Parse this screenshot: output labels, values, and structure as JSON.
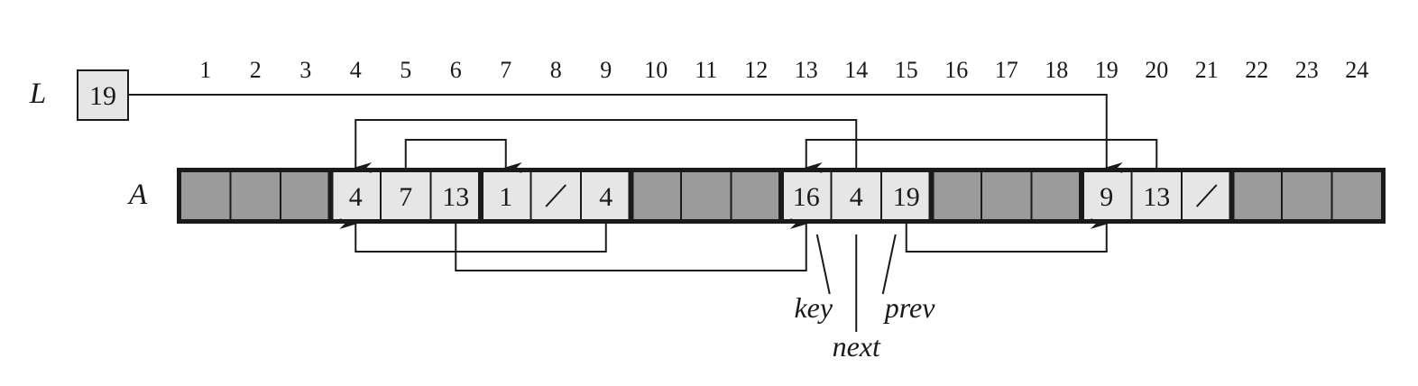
{
  "colors": {
    "free_cell": "#9b9b9b",
    "used_cell": "#e6e6e6",
    "frame": "#1a1a1a",
    "line": "#1a1a1a"
  },
  "list_label": "L",
  "list_head_value": "19",
  "array_label": "A",
  "indices": [
    "1",
    "2",
    "3",
    "4",
    "5",
    "6",
    "7",
    "8",
    "9",
    "10",
    "11",
    "12",
    "13",
    "14",
    "15",
    "16",
    "17",
    "18",
    "19",
    "20",
    "21",
    "22",
    "23",
    "24"
  ],
  "cells": [
    {
      "value": "",
      "used": false
    },
    {
      "value": "",
      "used": false
    },
    {
      "value": "",
      "used": false
    },
    {
      "value": "4",
      "used": true
    },
    {
      "value": "7",
      "used": true
    },
    {
      "value": "13",
      "used": true
    },
    {
      "value": "1",
      "used": true
    },
    {
      "value": "/",
      "used": true
    },
    {
      "value": "4",
      "used": true
    },
    {
      "value": "",
      "used": false
    },
    {
      "value": "",
      "used": false
    },
    {
      "value": "",
      "used": false
    },
    {
      "value": "16",
      "used": true
    },
    {
      "value": "4",
      "used": true
    },
    {
      "value": "19",
      "used": true
    },
    {
      "value": "",
      "used": false
    },
    {
      "value": "",
      "used": false
    },
    {
      "value": "",
      "used": false
    },
    {
      "value": "9",
      "used": true
    },
    {
      "value": "13",
      "used": true
    },
    {
      "value": "/",
      "used": true
    },
    {
      "value": "",
      "used": false
    },
    {
      "value": "",
      "used": false
    },
    {
      "value": "",
      "used": false
    }
  ],
  "object_groups": [
    [
      4,
      6
    ],
    [
      7,
      9
    ],
    [
      13,
      15
    ],
    [
      19,
      21
    ]
  ],
  "field_labels": {
    "key": "key",
    "next": "next",
    "prev": "prev"
  },
  "pointers": [
    {
      "from_cell": 5,
      "to_cell": 7,
      "side": "top",
      "level": 1
    },
    {
      "from_cell": 14,
      "to_cell": 4,
      "side": "top",
      "level": 2
    },
    {
      "from_cell": 20,
      "to_cell": 13,
      "side": "top",
      "level": 1
    },
    {
      "from_cell": 9,
      "to_cell": 4,
      "side": "bottom",
      "level": 1
    },
    {
      "from_cell": 6,
      "to_cell": 13,
      "side": "bottom",
      "level": 2
    },
    {
      "from_cell": 15,
      "to_cell": 19,
      "side": "bottom",
      "level": 1
    }
  ],
  "head_pointer_to_cell": 19,
  "field_label_cells": {
    "key": 13,
    "next": 14,
    "prev": 15
  }
}
